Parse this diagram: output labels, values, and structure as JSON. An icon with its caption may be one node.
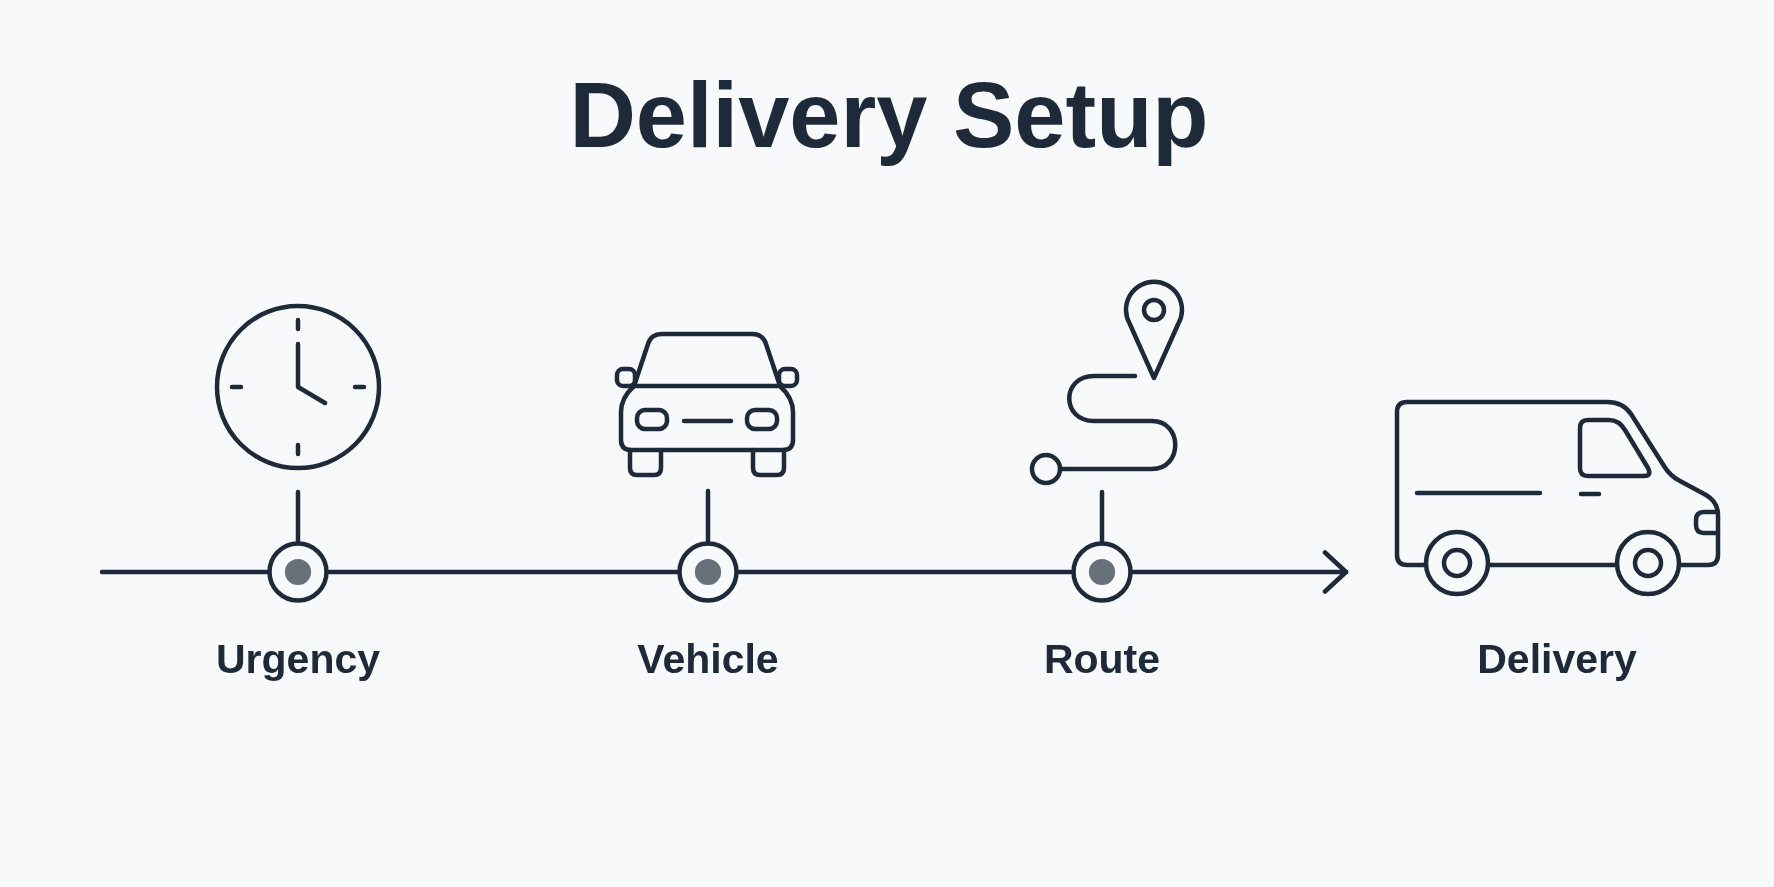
{
  "diagram": {
    "title": "Delivery Setup",
    "nodes": [
      {
        "text": [],
        "shape": "picture"
      },
      {
        "text": [],
        "shape": "circle",
        "beside": [
          "Urgency"
        ]
      },
      {
        "text": [],
        "shape": "picture"
      },
      {
        "text": [],
        "shape": "circle",
        "beside": [
          "Vehicle"
        ]
      },
      {
        "text": [],
        "shape": "picture"
      },
      {
        "text": [],
        "shape": "circle",
        "beside": [
          "Route"
        ]
      },
      {
        "text": [],
        "shape": "picture",
        "beside": [
          "Delivery"
        ]
      }
    ],
    "edges": [
      {
        "from": null,
        "to": 1,
        "arrow": "none"
      },
      {
        "from": 0,
        "to": 1,
        "arrow": "none"
      },
      {
        "from": 1,
        "to": 3,
        "arrow": "none"
      },
      {
        "from": 2,
        "to": 3,
        "arrow": "none"
      },
      {
        "from": 3,
        "to": 5,
        "arrow": "none"
      },
      {
        "from": 4,
        "to": 5,
        "arrow": "none"
      },
      {
        "from": 5,
        "to": 6,
        "arrow": "to"
      }
    ]
  }
}
